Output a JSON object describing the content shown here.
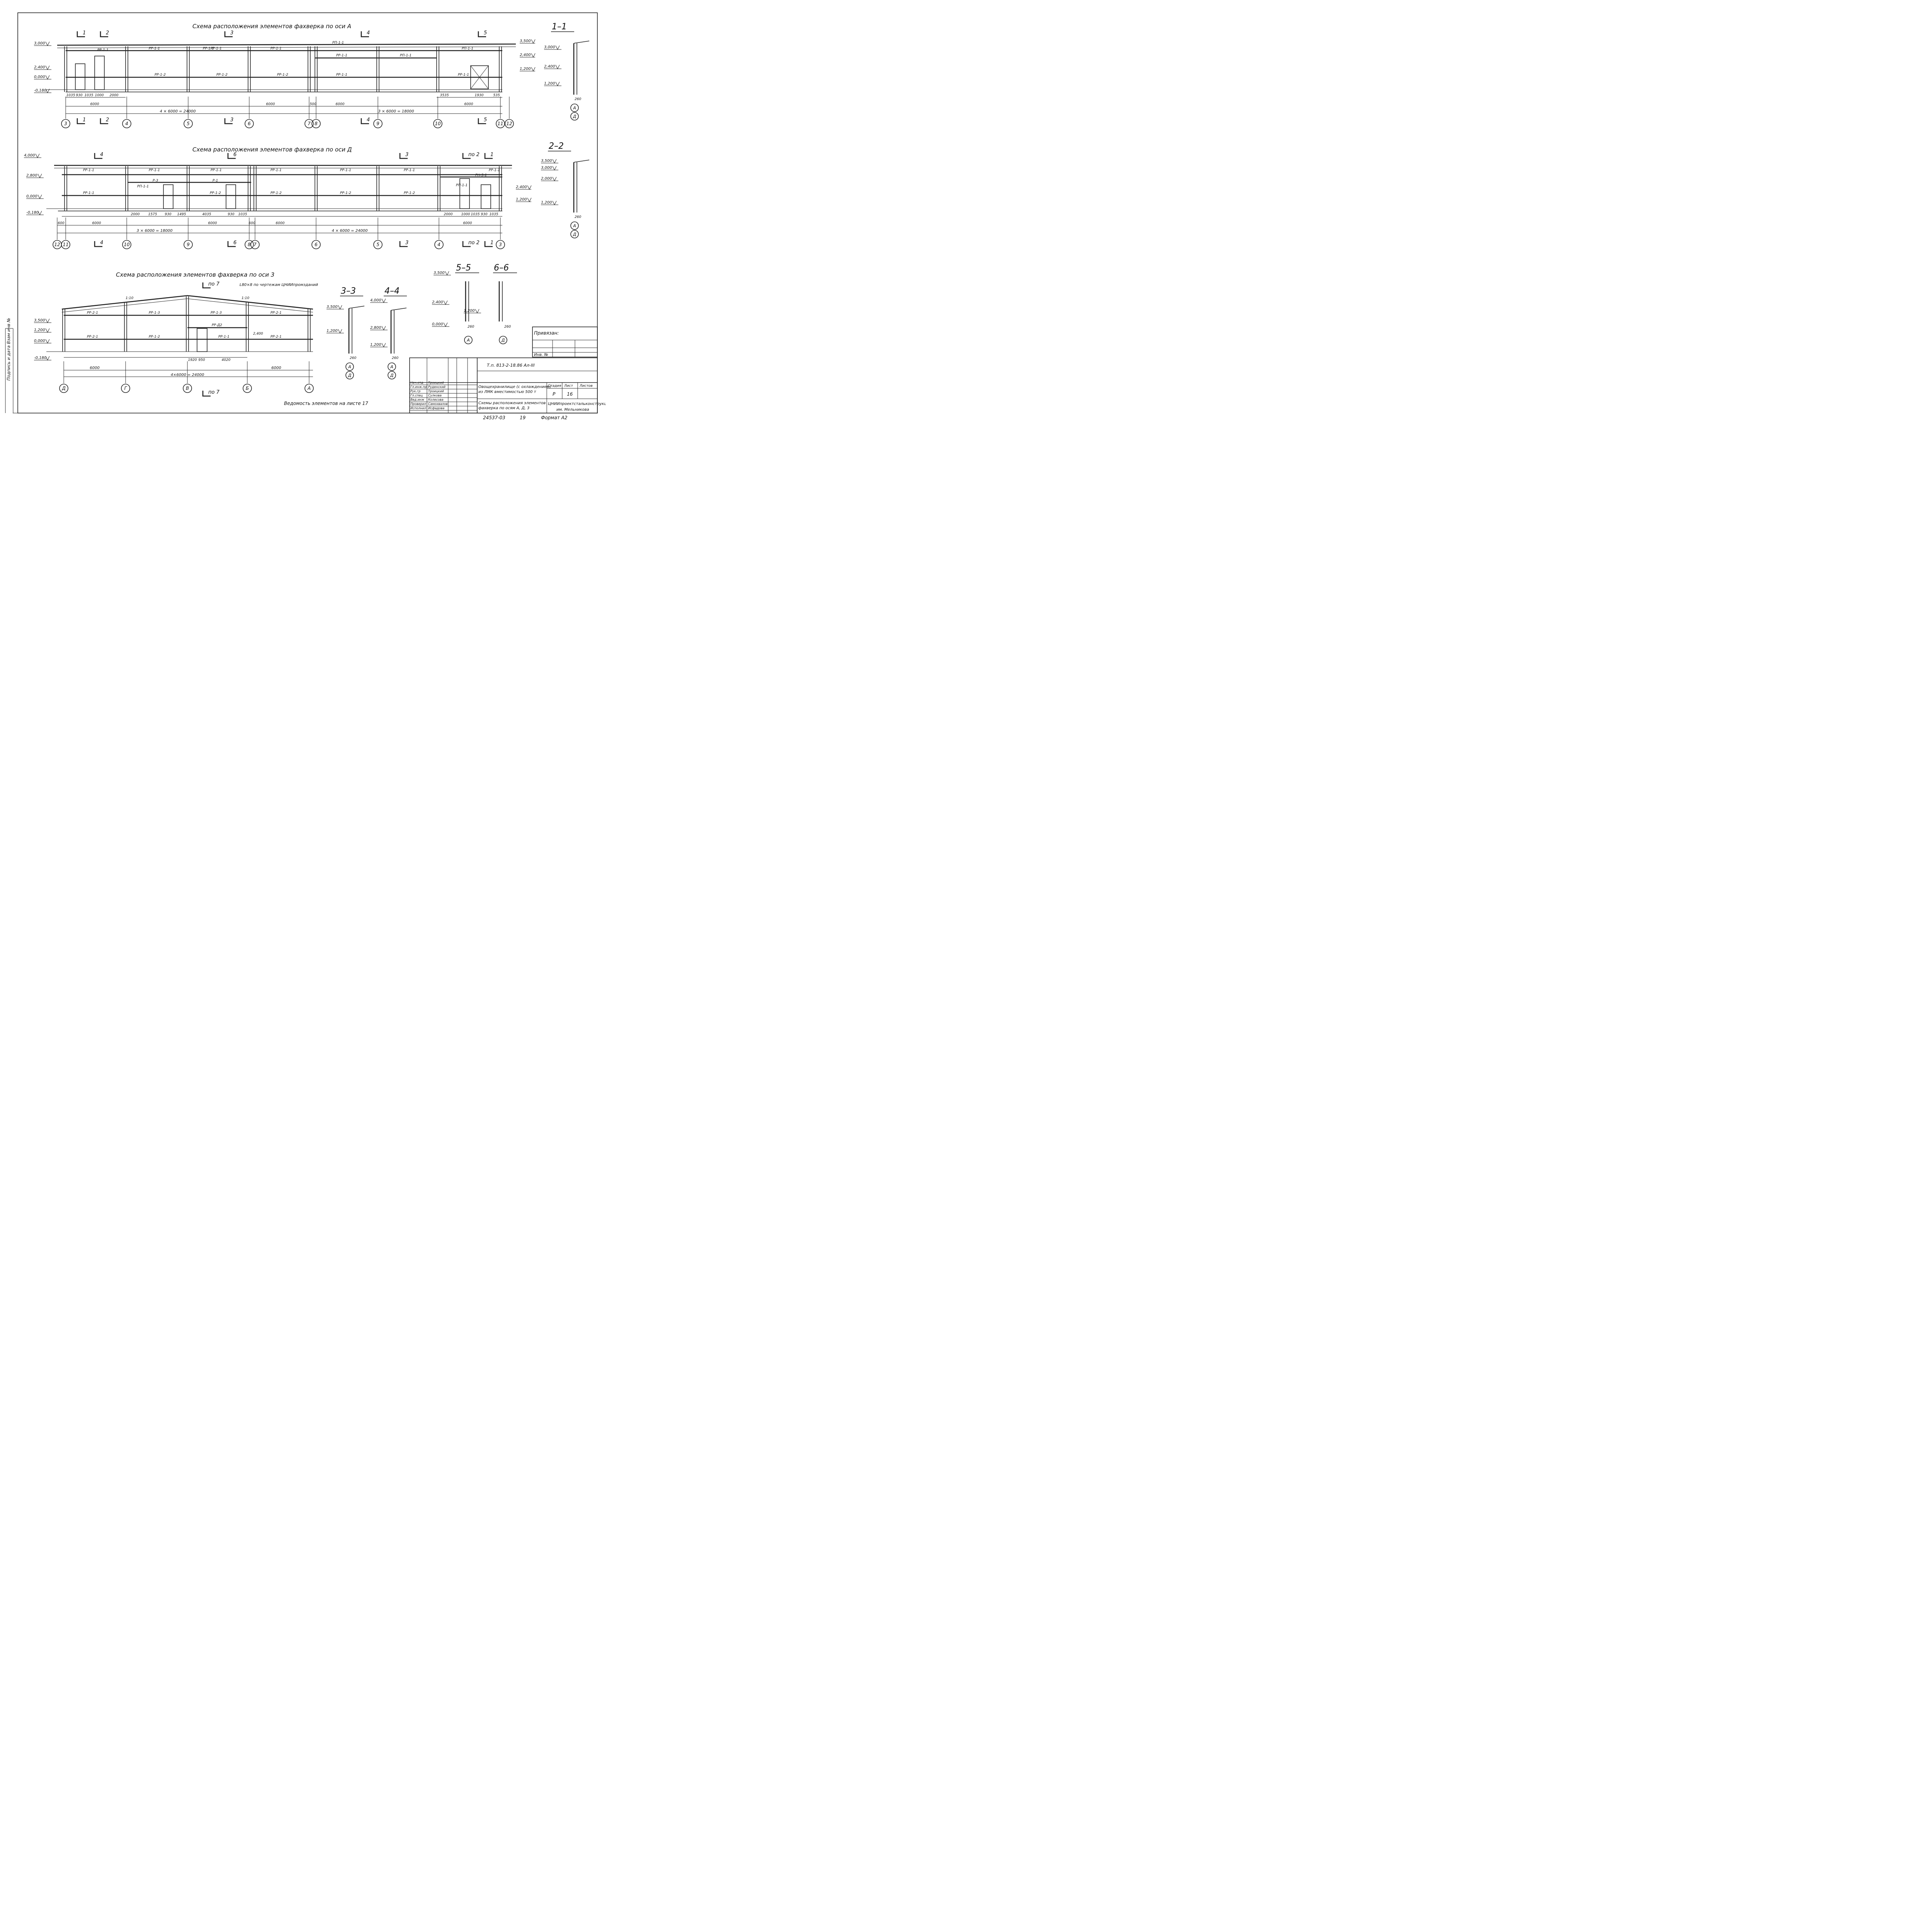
{
  "sheet": {
    "side_stamp": "Подпись и дата  Взам инв №",
    "format_label": "Формат А2",
    "archive_no": "24537-03",
    "archive_page": "19",
    "bottom_note": "Ведомость элементов на листе 17"
  },
  "elevation_a": {
    "title": "Схема расположения элементов фахверка по оси А",
    "levels": [
      "3,000",
      "2,400",
      "0,000",
      "-0,180"
    ],
    "levels_right": [
      "3,500",
      "2,400",
      "1,200"
    ],
    "axes": [
      "3",
      "4",
      "5",
      "6",
      "7",
      "8",
      "9",
      "10",
      "11",
      "12"
    ],
    "section_marks": [
      "1",
      "2",
      "3",
      "4",
      "5"
    ],
    "beams_top": [
      "РР-1-1",
      "РР-1-1",
      "РР-1-1",
      "РР-1-1",
      "РП-1-1",
      "РП-1-1",
      "РП-1-1",
      "РР-1-1",
      "РР-1-1"
    ],
    "beams_mid": [
      "РР-1-2",
      "РР-1-2",
      "РР-1-2",
      "РР-1-1",
      "РР-1-1"
    ],
    "dims_bottom": [
      "1035",
      "930",
      "1035",
      "1000",
      "2000",
      "3535",
      "1930",
      "535"
    ],
    "spans": [
      "6000",
      "6000",
      "500",
      "6000",
      "6000"
    ],
    "totals": [
      "4 × 6000 = 24000",
      "3 × 6000 = 18000"
    ]
  },
  "elevation_d": {
    "title": "Схема расположения элементов фахверка по оси Д",
    "levels": [
      "4,000",
      "2,800",
      "0,000",
      "-0,180"
    ],
    "levels_right": [
      "2,400",
      "1,200"
    ],
    "axes": [
      "12",
      "11",
      "10",
      "9",
      "8",
      "7",
      "6",
      "5",
      "4",
      "3"
    ],
    "section_marks": [
      "4",
      "6",
      "3",
      "по 2",
      "1"
    ],
    "beams_top": [
      "РР-1-1",
      "РР-1-1",
      "РР-1-1",
      "РР-1-1",
      "РР-1-1",
      "РР-1-1",
      "РР-1-1"
    ],
    "beams_mid": [
      "РП-1-1",
      "Р-3",
      "Р-1",
      "РП-1-1",
      "РН-5-1"
    ],
    "beams_low": [
      "РР-1-1",
      "РР-1-2",
      "РР-1-2",
      "РР-1-2",
      "РР-1-2"
    ],
    "dims_bottom": [
      "2000",
      "1575",
      "930",
      "1495",
      "4035",
      "930",
      "1035",
      "2000",
      "1000",
      "1035",
      "930",
      "1035"
    ],
    "spans": [
      "600",
      "6000",
      "6000",
      "600",
      "6000",
      "6000"
    ],
    "totals": [
      "3 × 6000 = 18000",
      "4 × 6000 = 24000"
    ]
  },
  "elevation_3": {
    "title": "Схема расположения элементов фахверка по оси 3",
    "levels": [
      "3,500",
      "1,200",
      "0,000",
      "-0,180"
    ],
    "axes": [
      "Д",
      "Г",
      "В",
      "Б",
      "А"
    ],
    "slopes": [
      "1:10",
      "1:10"
    ],
    "note": "L80×8 по чертежам ЦНИИпромзданий",
    "beams_top": [
      "РР-2-1",
      "РР-1-3",
      "РР-1-3",
      "РР-2-1"
    ],
    "beams_low": [
      "РР-2-1",
      "РР-1-2",
      "РР-1-1",
      "РР-2-1"
    ],
    "beams_extra": [
      "РР-Д2",
      "2,400"
    ],
    "dims_bottom": [
      "1920",
      "950",
      "4020"
    ],
    "spans": [
      "6000",
      "6000"
    ],
    "totals": [
      "4×6000 = 24000"
    ]
  },
  "sections": {
    "s11": {
      "title": "1–1",
      "levels": [
        "3,000",
        "2,400",
        "1,200"
      ],
      "width": "260",
      "axes": [
        "А",
        "Д"
      ]
    },
    "s22": {
      "title": "2–2",
      "levels": [
        "3,500",
        "3,000",
        "2,000",
        "1,200"
      ],
      "width": "260",
      "axes": [
        "А",
        "Д"
      ]
    },
    "s33": {
      "title": "3–3",
      "levels": [
        "3,500",
        "1,200"
      ],
      "width": "260",
      "axes": [
        "А",
        "Д"
      ]
    },
    "s44": {
      "title": "4–4",
      "levels": [
        "4,000",
        "2,800",
        "1,200"
      ],
      "width": "260",
      "axes": [
        "А",
        "Д"
      ]
    },
    "s55": {
      "title": "5–5",
      "title2": "6–6",
      "levels": [
        "3,500",
        "2,400",
        "1,200",
        "0,000"
      ],
      "widths": [
        "260",
        "260"
      ],
      "axes": [
        "А",
        "Д"
      ]
    }
  },
  "title_block": {
    "privyazan": "Привязан:",
    "inv": "Инв. №",
    "doc_code": "Т.п. 813-2-18.86     Ал-III",
    "project": "Овощехранилище (с охлаждением) из ЛМК вместимостью 500 т",
    "sheet_title": "Схемы расположения элементов фахверка по осям А, Д, 3",
    "stage_label": "Стадия",
    "sheet_label": "Лист",
    "sheets_label": "Листов",
    "stage": "Р",
    "sheet_no": "16",
    "org": "ЦНИИпроектстальконструкция им. Мельникова",
    "roles": [
      "Нач.отд",
      "Гл.инж.пр",
      "Рук.гр",
      "Гл.спец",
      "Вед.инж",
      "Проверил",
      "Исполнил"
    ],
    "names": [
      "Троицкий",
      "Руденский",
      "Троицкий",
      "Сулкова",
      "Колесова",
      "Самохвалов",
      "Исфадова"
    ]
  }
}
